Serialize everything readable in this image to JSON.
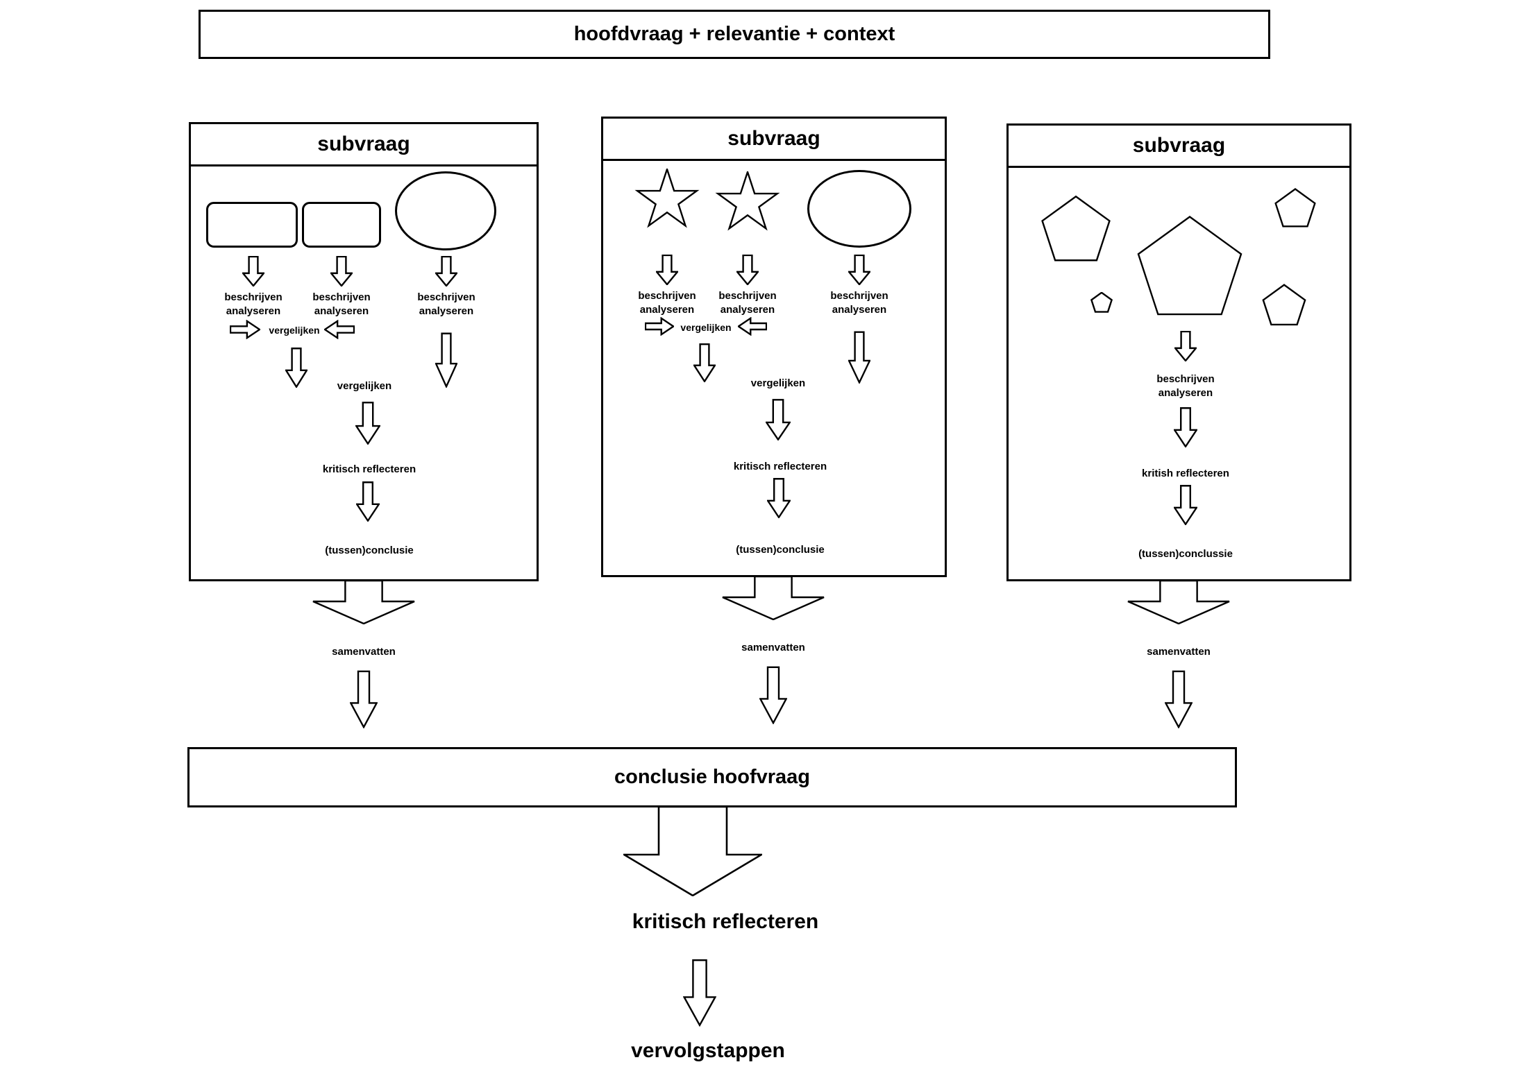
{
  "header": {
    "title": "hoofdvraag + relevantie + context"
  },
  "columns": [
    {
      "title": "subvraag",
      "analyze1": "beschrijven\nanalyseren",
      "analyze2": "beschrijven\nanalyseren",
      "analyze3": "beschrijven\nanalyseren",
      "compare_inline": "vergelijken",
      "compare": "vergelijken",
      "reflect": "kritisch reflecteren",
      "conclusion": "(tussen)conclusie",
      "summarize": "samenvatten"
    },
    {
      "title": "subvraag",
      "analyze1": "beschrijven\nanalyseren",
      "analyze2": "beschrijven\nanalyseren",
      "analyze3": "beschrijven\nanalyseren",
      "compare_inline": "vergelijken",
      "compare": "vergelijken",
      "reflect": "kritisch reflecteren",
      "conclusion": "(tussen)conclusie",
      "summarize": "samenvatten"
    },
    {
      "title": "subvraag",
      "analyze1": "beschrijven\nanalyseren",
      "reflect": "kritish reflecteren",
      "conclusion": "(tussen)conclussie",
      "summarize": "samenvatten"
    }
  ],
  "footer": {
    "conclusion_title": "conclusie hoofvraag",
    "reflect": "kritisch reflecteren",
    "next_steps": "vervolgstappen"
  }
}
